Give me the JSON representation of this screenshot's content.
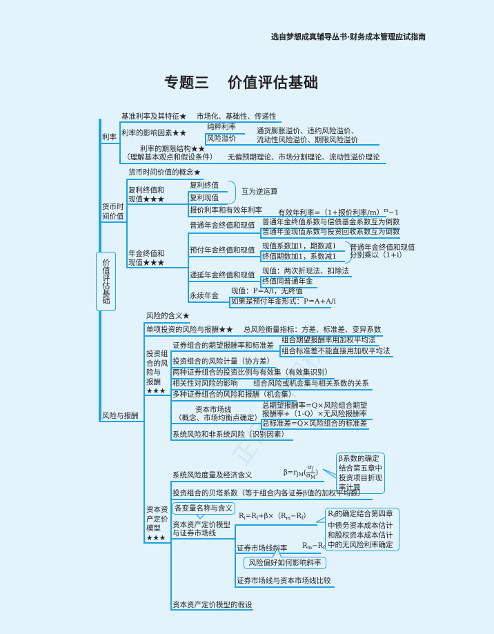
{
  "header": "选自梦想成真辅导丛书·财务成本管理应试指南",
  "title": {
    "chapter": "专题三",
    "name": "价值评估基础"
  },
  "root": "价值评估基础",
  "rate": {
    "label": "利率",
    "base": "基准利率及其特征★",
    "base_desc": "市场化、基础性、传递性",
    "factors": "利率的影响因素★★",
    "pure": "纯粹利率",
    "risk_premium": "风险溢价",
    "premium_1": "通货膨胀溢价、违约风险溢价、",
    "premium_2": "流动性风险溢价、期限风险溢价",
    "term_1": "利率的期限结构★★",
    "term_2": "（理解基本观点和假设条件）",
    "term_desc": "无偏预期理论、市场分割理论、流动性溢价理论"
  },
  "tvm": {
    "label_1": "货币时",
    "label_2": "间价值",
    "concept": "货币时间价值的概念★",
    "compound_1": "复利终值和",
    "compound_2": "现值★★★",
    "cfv": "复利终值",
    "cpv": "复利现值",
    "inverse": "互为逆运算",
    "quoted": "报价利率和有效年利率",
    "effective": "有效年利率=（1+报价利率/m）",
    "effective_exp": "m",
    "effective_tail": "−1",
    "annuity_1": "年金终值和",
    "annuity_2": "现值★★★",
    "ordinary": "普通年金终值和现值",
    "ordinary_1": "普通年金终值系数与偿债基金系数互为倒数",
    "ordinary_2": "普通年金现值系数与投资回收系数互为倒数",
    "due": "预付年金终值和现值",
    "due_1": "现值系数加1，期数减1",
    "due_2": "终值期数加1，系数减1",
    "due_note_1": "普通年金终值和现值",
    "due_note_2": "分别乘以（1+i）",
    "deferred": "递延年金终值和现值",
    "deferred_1": "现值：两次折现法、扣除法",
    "deferred_2": "终值同普通年金",
    "perpetual": "永续年金",
    "perpetual_1": "现值：P=A/i，无终值",
    "perpetual_2": "如果是预付年金形式：P=A+A/i"
  },
  "risk": {
    "label": "风险与报酬",
    "meaning": "风险的含义★",
    "single": "单项投资的风险与报酬★★",
    "single_desc": "总风险衡量指标：方差、标准差、变异系数",
    "portfolio_lines": [
      "投资组",
      "合的风",
      "险与",
      "报酬",
      "★★★"
    ],
    "p_expected": "证券组合的期望报酬率和标准差",
    "p_expected_1": "组合期望报酬率用加权平均法",
    "p_expected_2": "组合标准差不能直接用加权平均法",
    "p_measure": "投资组合的风险计量（协方差）",
    "p_two": "两种证券组合的投资比例与有效集（有效集识别）",
    "p_corr": "相关性对风险的影响",
    "p_corr_desc": "组合风险或机会集与相关系数的关系",
    "p_multi": "多种证券组合的风险和报酬（机会集）",
    "cml_1": "资本市场线",
    "cml_2": "（概念、市场均衡点确定）",
    "cml_r1": "总期望报酬率=Q×风险组合期望",
    "cml_r2": "报酬率+（1-Q）×无风险报酬率",
    "cml_sd": "总标准差=Q×风险组合的标准差",
    "p_sys": "系统风险和非系统风险（识别因素）",
    "capm_lines": [
      "资本资",
      "产定价",
      "模型",
      "★★★"
    ],
    "c_sys": "系统风险度量及经济含义",
    "beta_f": {
      "a": "β=r",
      "b": "JM",
      "num": "σ",
      "num_sub": "J",
      "den": "σ",
      "den_sub": "M"
    },
    "beta_note": [
      "β系数的确定",
      "结合第五章中",
      "投资项目折现",
      "率计算"
    ],
    "c_port_beta": "投资组合的贝塔系数（等于组合内各证券β值的加权平均数）",
    "c_vars": "各变量名称与含义",
    "c_model_1": "资本资产定价模型",
    "c_model_2": "与证券市场线",
    "capm_f": [
      "R",
      "i",
      "=R",
      "f",
      "+β×（R",
      "m",
      "−R",
      "f",
      "）"
    ],
    "rf_note": {
      "r": "R",
      "sub": "f",
      "l1": "的确定结合第四章",
      "l2": "中债务资本成本估计",
      "l3": "和股权资本成本估计",
      "l4": "中的无风险利率确定"
    },
    "sml_slope": "证券市场线斜率",
    "slope_f": [
      "R",
      "m",
      "−R",
      "f"
    ],
    "pref": "风险偏好如何影响斜率",
    "sml_cml": "证券市场线与资本市场线比较",
    "assume": "资本资产定价模型的假设"
  }
}
